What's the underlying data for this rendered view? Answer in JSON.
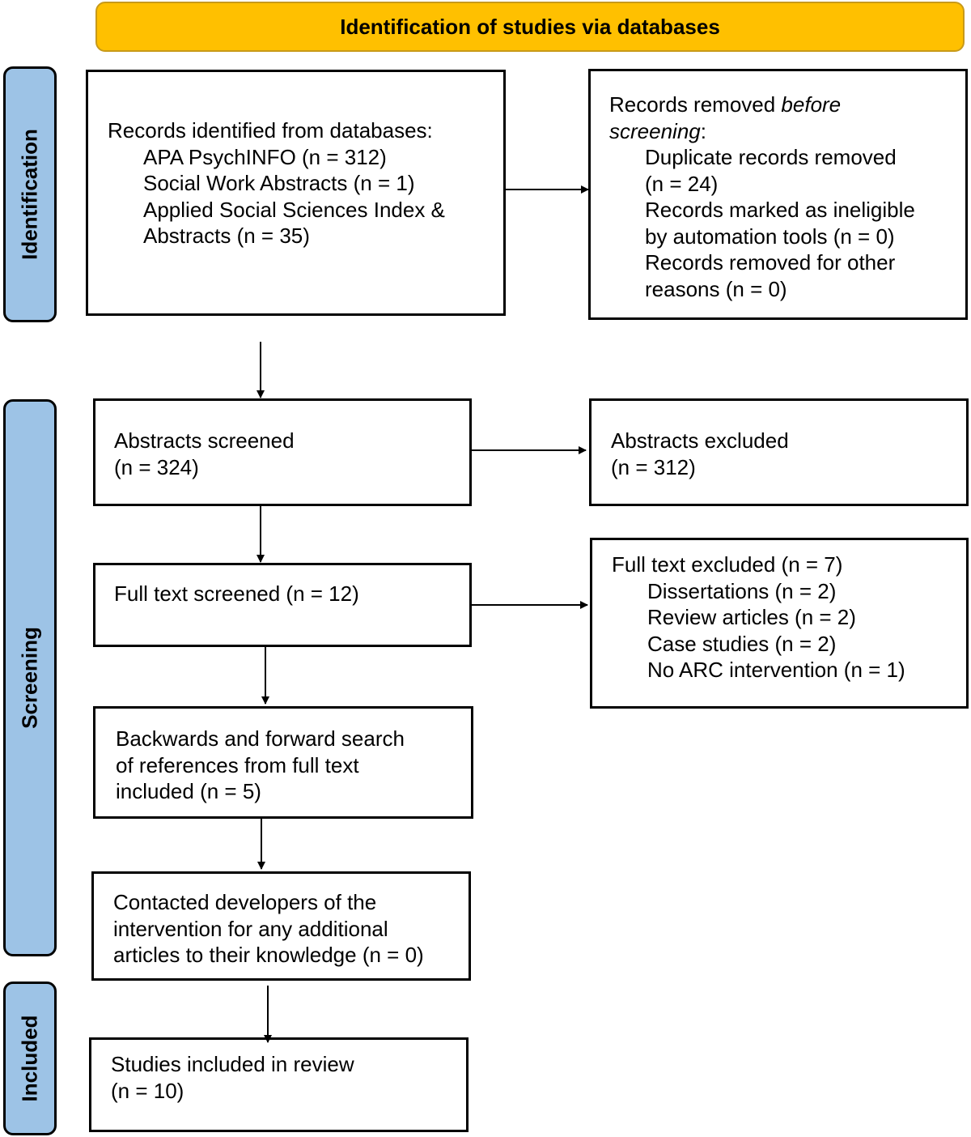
{
  "header": {
    "title": "Identification of studies via databases"
  },
  "phases": {
    "identification": "Identification",
    "screening": "Screening",
    "included": "Included"
  },
  "records_identified": {
    "heading": "Records identified from databases:",
    "sources": [
      "APA PsychINFO  (n = 312)",
      "Social Work Abstracts (n = 1)",
      "Applied Social Sciences Index &",
      "Abstracts (n = 35)"
    ]
  },
  "records_removed": {
    "heading_prefix": "Records removed ",
    "heading_italic1": "before",
    "heading_italic2": "screening",
    "heading_suffix": ":",
    "items": [
      "Duplicate records removed",
      "(n = 24)",
      "Records marked as ineligible",
      "by automation tools (n = 0)",
      "Records removed for other",
      "reasons (n = 0)"
    ]
  },
  "abstracts_screened": {
    "line1": "Abstracts screened",
    "line2": "(n = 324)"
  },
  "abstracts_excluded": {
    "line1": "Abstracts excluded",
    "line2": "(n = 312)"
  },
  "full_text_screened": {
    "line1": "Full text screened (n = 12)"
  },
  "full_text_excluded": {
    "heading": "Full text excluded (n = 7)",
    "items": [
      "Dissertations (n = 2)",
      "Review articles (n = 2)",
      "Case studies (n = 2)",
      "No ARC intervention  (n = 1)"
    ]
  },
  "backwards_search": {
    "lines": [
      "Backwards and forward search",
      "of references from full text",
      "included (n = 5)"
    ]
  },
  "contacted_developers": {
    "lines": [
      "Contacted developers of the",
      "intervention for any additional",
      "articles to their knowledge (n = 0)"
    ]
  },
  "studies_included": {
    "line1": "Studies included in review",
    "line2": "(n = 10)"
  },
  "colors": {
    "banner": "#ffc000",
    "phase": "#9dc3e6"
  }
}
